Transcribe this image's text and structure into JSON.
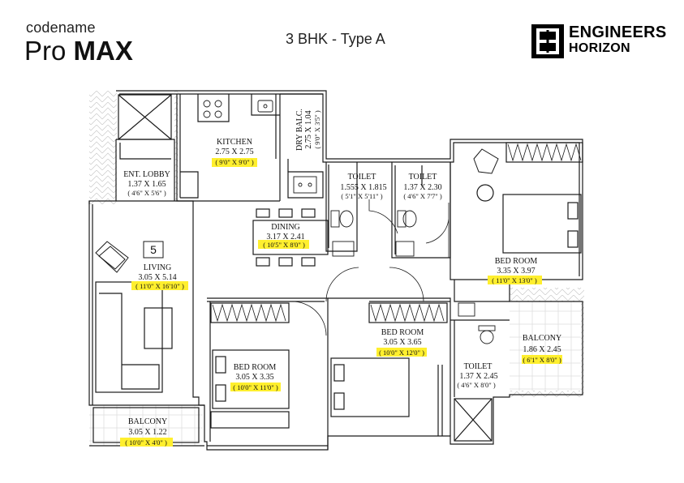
{
  "header": {
    "codename": "codename",
    "product_prefix": "Pro",
    "product_name": "MAX",
    "unit_type": "3 BHK - Type A"
  },
  "logo": {
    "line1": "ENGINEERS",
    "line2": "HORIZON"
  },
  "unit_number": "5",
  "colors": {
    "highlight": "#ffef2e",
    "wall": "#1a1a1a"
  },
  "rooms": {
    "kitchen": {
      "name": "KITCHEN",
      "size": "2.75 X 2.75",
      "size_ft": "( 9'0\" X 9'0\" )"
    },
    "dry_balcony": {
      "name": "DRY BALC.",
      "size": "2.75 X 1.04",
      "size_ft": "( 9'0\" X 3'5\" )"
    },
    "ent_lobby": {
      "name": "ENT. LOBBY",
      "size": "1.37 X 1.65",
      "size_ft": "( 4'6\" X 5'6\" )"
    },
    "toilet1": {
      "name": "TOILET",
      "size": "1.555 X 1.815",
      "size_ft": "( 5'1\" X 5'11\" )"
    },
    "toilet2": {
      "name": "TOILET",
      "size": "1.37 X 2.30",
      "size_ft": "( 4'6\" X 7'7\" )"
    },
    "dining": {
      "name": "DINING",
      "size": "3.17 X 2.41",
      "size_ft": "( 10'5\" X 8'0\" )"
    },
    "living": {
      "name": "LIVING",
      "size": "3.05 X 5.14",
      "size_ft": "( 11'0\" X 16'10\" )"
    },
    "bedroom_master": {
      "name": "BED ROOM",
      "size": "3.35 X 3.97",
      "size_ft": "( 11'0\" X 13'0\" )"
    },
    "bedroom_middle": {
      "name": "BED ROOM",
      "size": "3.05 X 3.65",
      "size_ft": "( 10'0\" X 12'0\" )"
    },
    "bedroom_left": {
      "name": "BED ROOM",
      "size": "3.05 X 3.35",
      "size_ft": "( 10'0\" X 11'0\" )"
    },
    "toilet3": {
      "name": "TOILET",
      "size": "1.37 X 2.45",
      "size_ft": "( 4'6\" X 8'0\" )"
    },
    "balcony_right": {
      "name": "BALCONY",
      "size": "1.86 X 2.45",
      "size_ft": "( 6'1\" X 8'0\" )"
    },
    "balcony_left": {
      "name": "BALCONY",
      "size": "3.05 X 1.22",
      "size_ft": "( 10'0\" X 4'0\" )"
    }
  }
}
